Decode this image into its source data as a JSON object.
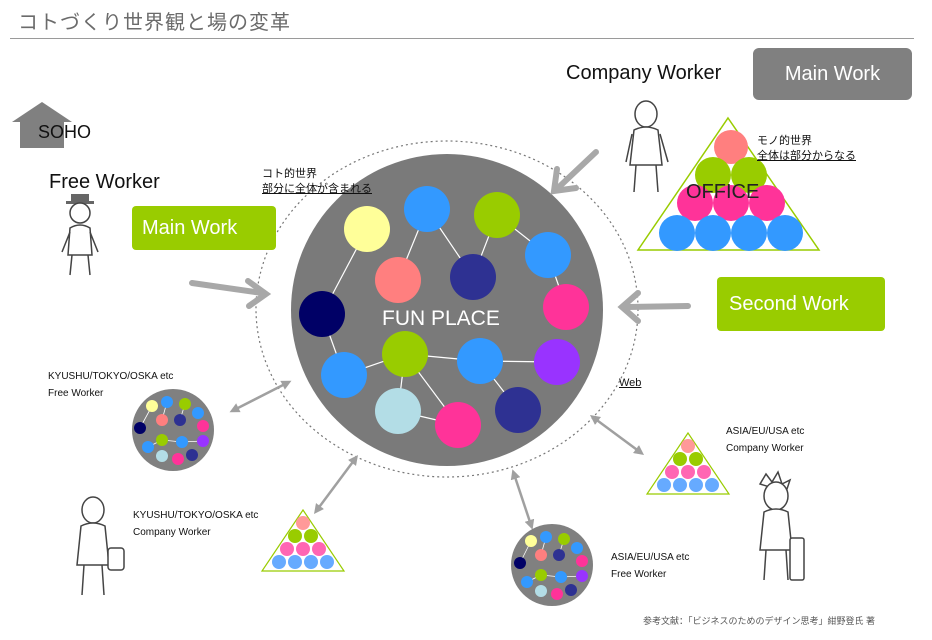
{
  "title": "コトづくり世界観と場の変革",
  "center": {
    "label": "FUN PLACE"
  },
  "koto_world": {
    "line1": "コト的世界",
    "line2": "部分に全体が含まれる"
  },
  "mono_world": {
    "line1": "モノ的世界",
    "line2": "全体は部分からなる"
  },
  "soho": {
    "label": "SOHO"
  },
  "free_worker": {
    "label": "Free Worker",
    "button": "Main Work"
  },
  "company_worker": {
    "label": "Company Worker",
    "button": "Main Work"
  },
  "office": {
    "label": "OFFICE"
  },
  "second_work": {
    "button": "Second Work"
  },
  "web": {
    "label": "Web"
  },
  "regions": {
    "left_free": {
      "line1": "KYUSHU/TOKYO/OSKA etc",
      "line2": "Free Worker"
    },
    "left_company": {
      "line1": "KYUSHU/TOKYO/OSKA etc",
      "line2": "Company Worker"
    },
    "right_company": {
      "line1": "ASIA/EU/USA etc",
      "line2": "Company Worker"
    },
    "right_free": {
      "line1": "ASIA/EU/USA etc",
      "line2": "Free Worker"
    }
  },
  "citation": "参考文献：「ビジネスのためのデザイン思考」紺野登氏 著",
  "colors": {
    "green": "#99cc00",
    "grey": "#808080",
    "blue": "#3399ff",
    "navy": "#2e3192",
    "pink": "#ff3399",
    "salmon": "#ff7f7f",
    "yellow": "#ffff99",
    "purple": "#9933ff",
    "lightblue": "#b3dde6"
  }
}
